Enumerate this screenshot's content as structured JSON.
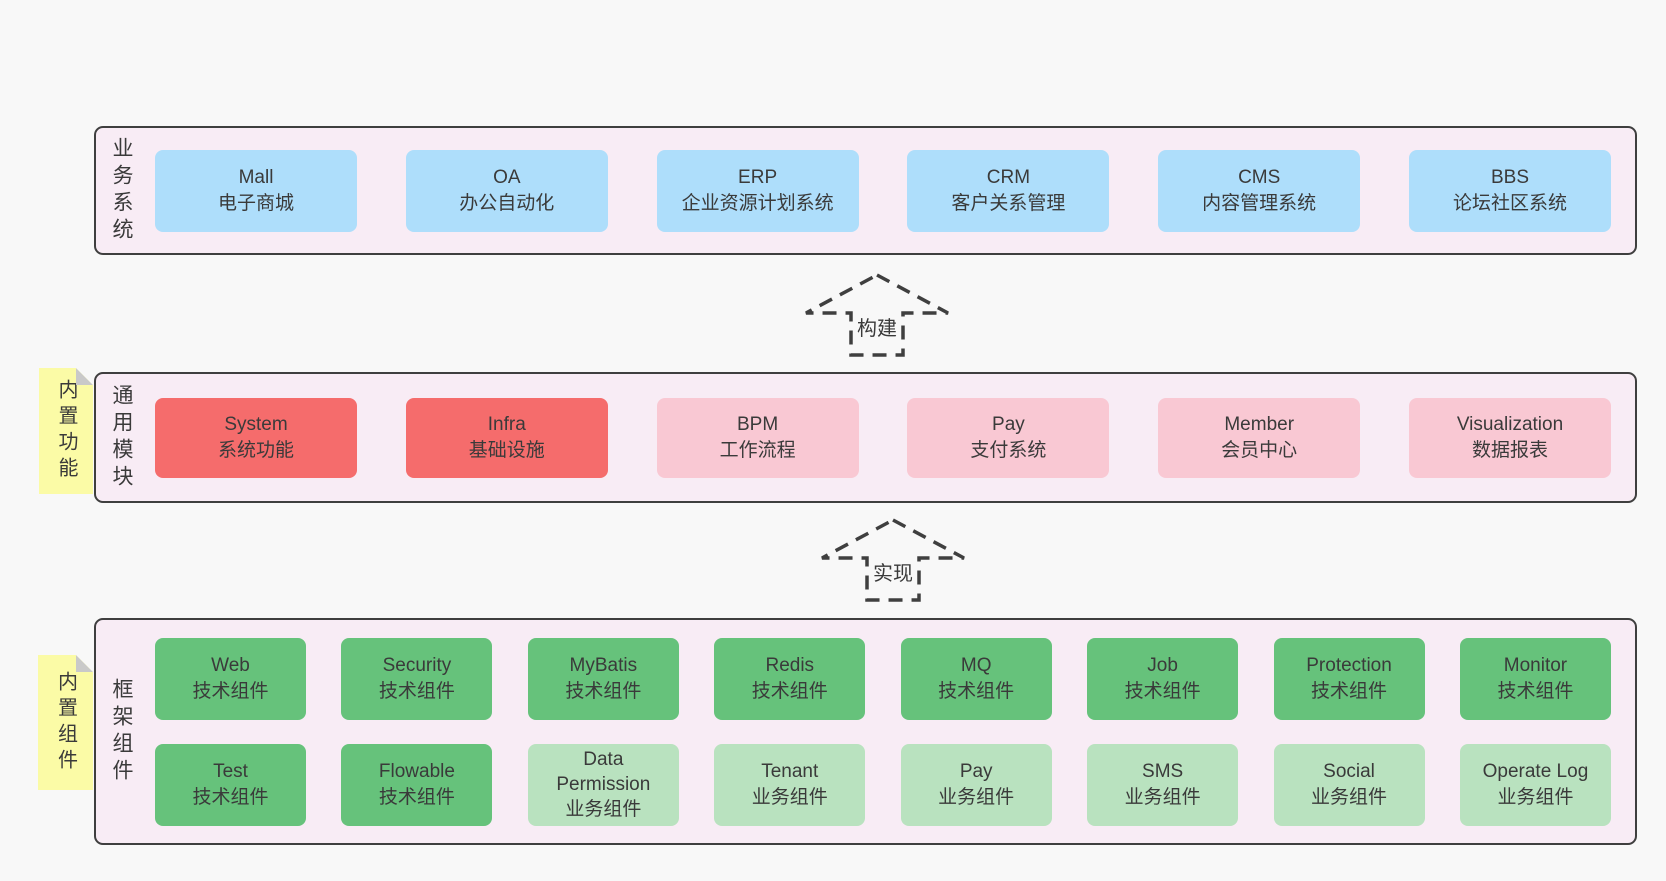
{
  "colors": {
    "page_bg": "#f8f8f8",
    "section_bg": "#f8ecf5",
    "section_border": "#3f3f3f",
    "blue": "#aedefb",
    "red": "#f56c6c",
    "pink": "#f9c8d3",
    "green": "#66c27b",
    "green_light": "#b9e2bf",
    "note_bg": "#fbfba6",
    "note_fold": "#c9c9c9",
    "text": "#3a3a3a"
  },
  "sections": [
    {
      "id": "business",
      "label": "业务系统",
      "rows": [
        [
          {
            "name": "Mall",
            "desc": "电子商城",
            "variant": "blue"
          },
          {
            "name": "OA",
            "desc": "办公自动化",
            "variant": "blue"
          },
          {
            "name": "ERP",
            "desc": "企业资源计划系统",
            "variant": "blue"
          },
          {
            "name": "CRM",
            "desc": "客户关系管理",
            "variant": "blue"
          },
          {
            "name": "CMS",
            "desc": "内容管理系统",
            "variant": "blue"
          },
          {
            "name": "BBS",
            "desc": "论坛社区系统",
            "variant": "blue"
          }
        ]
      ]
    },
    {
      "id": "modules",
      "label": "通用模块",
      "note": "内置功能",
      "rows": [
        [
          {
            "name": "System",
            "desc": "系统功能",
            "variant": "red"
          },
          {
            "name": "Infra",
            "desc": "基础设施",
            "variant": "red"
          },
          {
            "name": "BPM",
            "desc": "工作流程",
            "variant": "pink"
          },
          {
            "name": "Pay",
            "desc": "支付系统",
            "variant": "pink"
          },
          {
            "name": "Member",
            "desc": "会员中心",
            "variant": "pink"
          },
          {
            "name": "Visualization",
            "desc": "数据报表",
            "variant": "pink"
          }
        ]
      ]
    },
    {
      "id": "components",
      "label": "框架组件",
      "note": "内置组件",
      "rows": [
        [
          {
            "name": "Web",
            "desc": "技术组件",
            "variant": "green"
          },
          {
            "name": "Security",
            "desc": "技术组件",
            "variant": "green"
          },
          {
            "name": "MyBatis",
            "desc": "技术组件",
            "variant": "green"
          },
          {
            "name": "Redis",
            "desc": "技术组件",
            "variant": "green"
          },
          {
            "name": "MQ",
            "desc": "技术组件",
            "variant": "green"
          },
          {
            "name": "Job",
            "desc": "技术组件",
            "variant": "green"
          },
          {
            "name": "Protection",
            "desc": "技术组件",
            "variant": "green"
          },
          {
            "name": "Monitor",
            "desc": "技术组件",
            "variant": "green"
          }
        ],
        [
          {
            "name": "Test",
            "desc": "技术组件",
            "variant": "green"
          },
          {
            "name": "Flowable",
            "desc": "技术组件",
            "variant": "green"
          },
          {
            "name": "Data Permission",
            "desc": "业务组件",
            "variant": "green_light"
          },
          {
            "name": "Tenant",
            "desc": "业务组件",
            "variant": "green_light"
          },
          {
            "name": "Pay",
            "desc": "业务组件",
            "variant": "green_light"
          },
          {
            "name": "SMS",
            "desc": "业务组件",
            "variant": "green_light"
          },
          {
            "name": "Social",
            "desc": "业务组件",
            "variant": "green_light"
          },
          {
            "name": "Operate Log",
            "desc": "业务组件",
            "variant": "green_light"
          }
        ]
      ]
    }
  ],
  "arrows": [
    {
      "label": "构建"
    },
    {
      "label": "实现"
    }
  ]
}
